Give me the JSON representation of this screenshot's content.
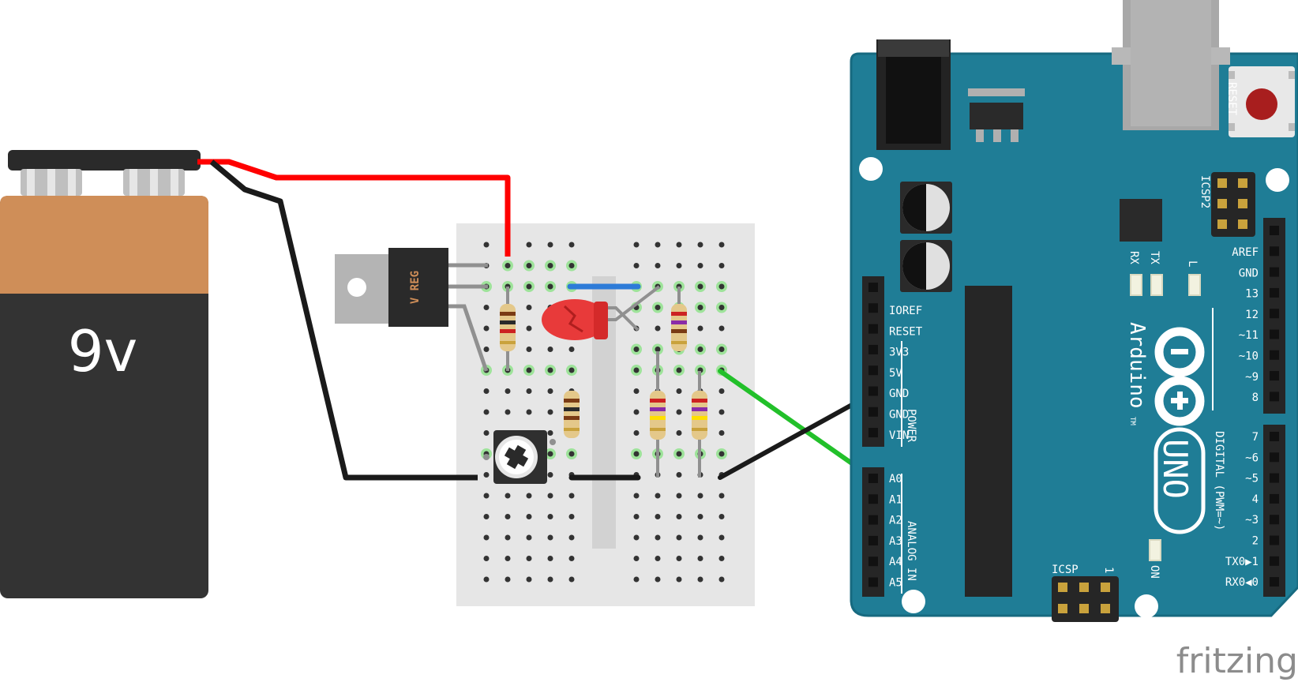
{
  "battery": {
    "label": "9v"
  },
  "regulator": {
    "label": "V REG"
  },
  "arduino": {
    "reset_label": "RESET",
    "icsp2_label": "ICSP2",
    "icsp_label": "ICSP",
    "icsp_pin1": "1",
    "rx_label": "RX",
    "tx_label": "TX",
    "l_label": "L",
    "on_label": "ON",
    "brand": "Arduino",
    "trademark": "TM",
    "model": "UNO",
    "power_group_label": "POWER",
    "analog_group_label": "ANALOG IN",
    "digital_group_label": "DIGITAL (PWM=~)",
    "power_pins": [
      "IOREF",
      "RESET",
      "3V3",
      "5V",
      "GND",
      "GND",
      "VIN"
    ],
    "analog_pins": [
      "A0",
      "A1",
      "A2",
      "A3",
      "A4",
      "A5"
    ],
    "digital_top_pins": [
      "AREF",
      "GND",
      "13",
      "12",
      "~11",
      "~10",
      "~9",
      "8"
    ],
    "digital_bottom_pins": [
      "7",
      "~6",
      "~5",
      "4",
      "~3",
      "2",
      "TX0▶1",
      "RX0◀0"
    ]
  },
  "watermark": {
    "text": "fritzing"
  },
  "colors": {
    "board": "#1f7d96",
    "board_edge": "#176a80",
    "battery_top": "#cf8e58",
    "battery_body": "#333333",
    "wire_red": "#ff0000",
    "wire_black": "#1a1a1a",
    "wire_green": "#22c02a",
    "wire_blue": "#2d7bd8",
    "breadboard": "#e6e6e6",
    "led": "#e83a3a"
  }
}
